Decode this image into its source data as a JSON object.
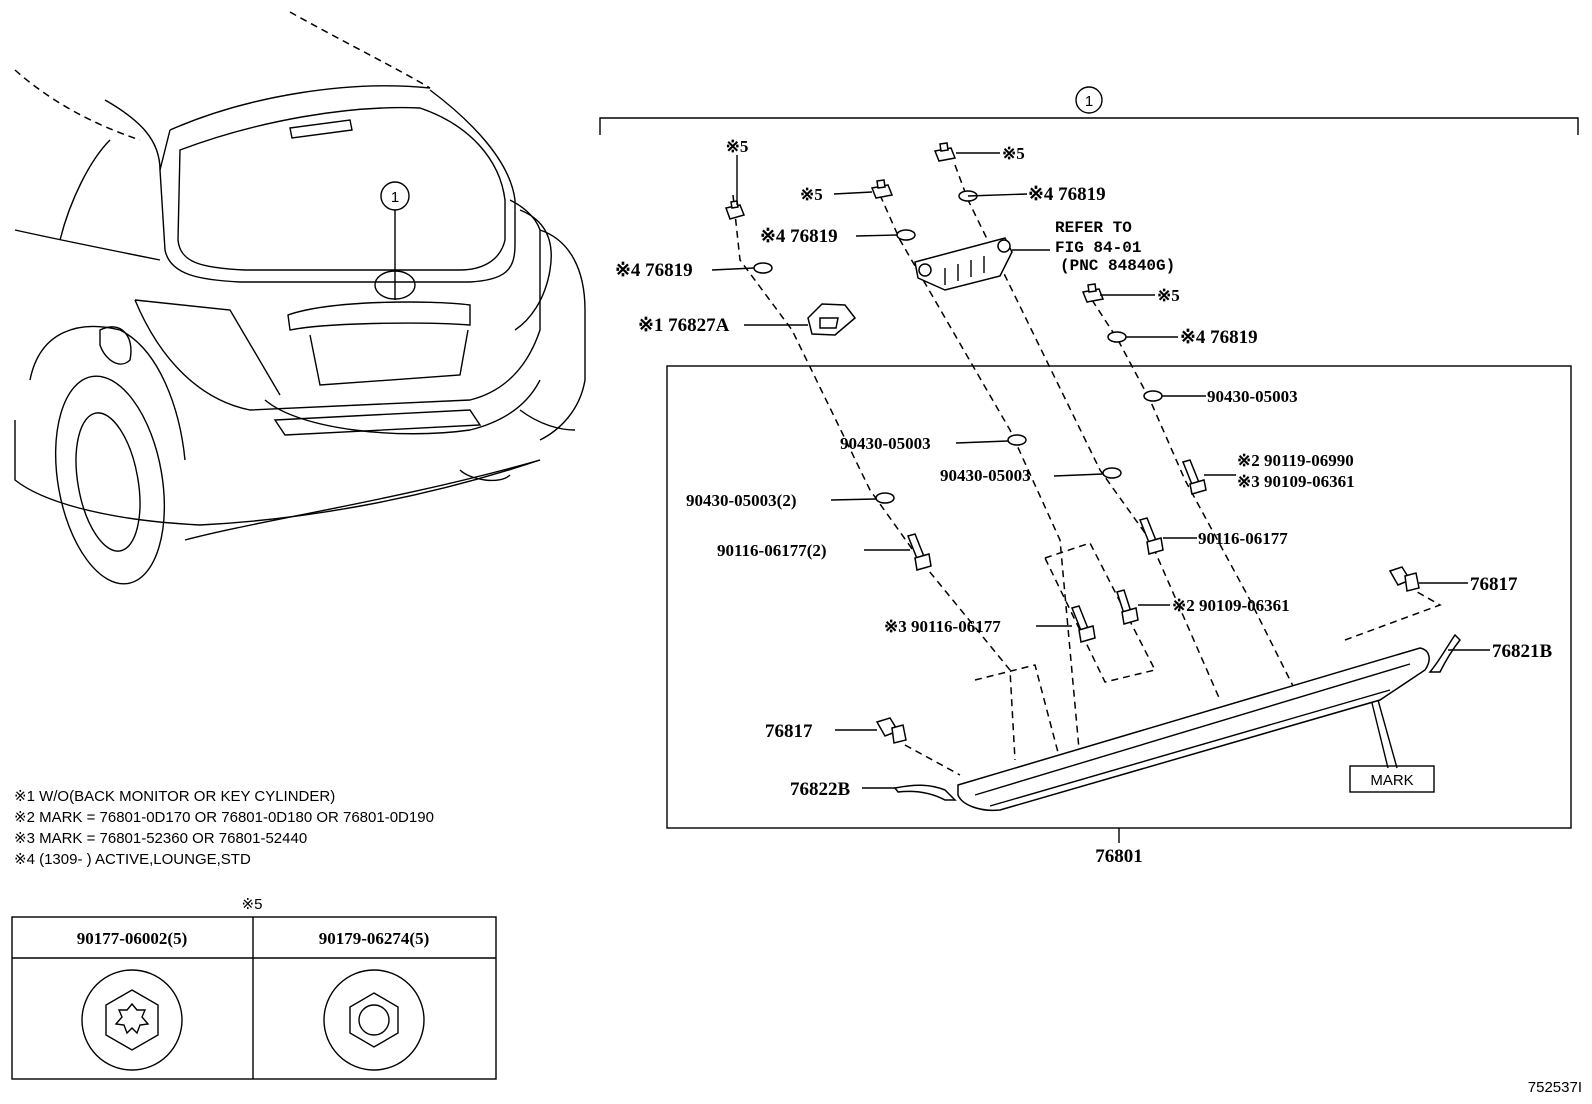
{
  "callout_main": "1",
  "callout_car": "1",
  "refer": {
    "line1": "REFER TO",
    "line2": "FIG 84-01",
    "line3": "(PNC 84840G)"
  },
  "labels": {
    "clip_a": "※5",
    "clip_b": "※5",
    "clip_c": "※5",
    "clip_d": "※5",
    "washer_a": "※4 76819",
    "washer_b": "※4 76819",
    "washer_c": "※4 76819",
    "washer_d": "※4 76819",
    "bracket": "※1 76827A",
    "nut_a": "90430-05003",
    "nut_b": "90430-05003",
    "nut_c": "90430-05003",
    "nut_d": "90430-05003(2)",
    "screw_a_line1": "※2 90119-06990",
    "screw_a_line2": "※3 90109-06361",
    "screw_b": "90116-06177",
    "screw_c": "90116-06177(2)",
    "screw_d": "※2 90109-06361",
    "screw_e": "※3 90116-06177",
    "clip_76817_right": "76817",
    "clip_76817_left": "76817",
    "pad_right": "76821B",
    "pad_left": "76822B",
    "mark": "MARK",
    "assembly": "76801"
  },
  "notes": [
    "※1 W/O(BACK MONITOR OR KEY CYLINDER)",
    "※2 MARK = 76801-0D170 OR 76801-0D180 OR 76801-0D190",
    "※3 MARK = 76801-52360 OR 76801-52440",
    "※4 (1309-        ) ACTIVE,LOUNGE,STD"
  ],
  "table": {
    "caption": "※5",
    "col1": "90177-06002(5)",
    "col2": "90179-06274(5)"
  },
  "figure_id": "752537I"
}
